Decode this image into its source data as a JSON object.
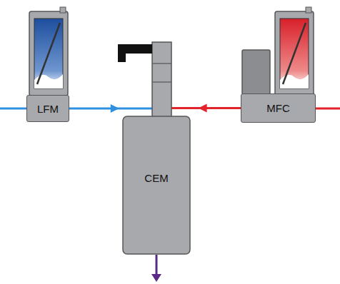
{
  "diagram": {
    "nodes": [
      {
        "text": [
          "LFM"
        ]
      },
      {
        "text": [
          "CEM"
        ]
      },
      {
        "text": [
          "MFC"
        ]
      }
    ],
    "edges": [
      {
        "from": 0,
        "to": 1,
        "arrow": "to"
      },
      {
        "from": 2,
        "to": 1,
        "arrow": "to"
      }
    ]
  }
}
